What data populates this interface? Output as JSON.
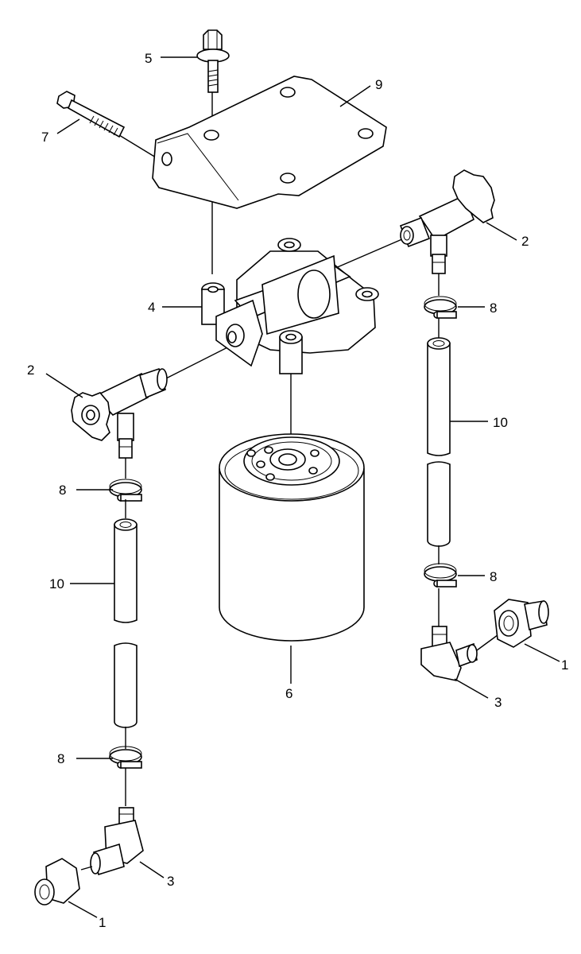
{
  "diagram": {
    "callouts": {
      "c1a": "1",
      "c1b": "1",
      "c2a": "2",
      "c2b": "2",
      "c3a": "3",
      "c3b": "3",
      "c4": "4",
      "c5": "5",
      "c6": "6",
      "c7": "7",
      "c8a": "8",
      "c8b": "8",
      "c8c": "8",
      "c8d": "8",
      "c9": "9",
      "c10a": "10",
      "c10b": "10"
    }
  }
}
